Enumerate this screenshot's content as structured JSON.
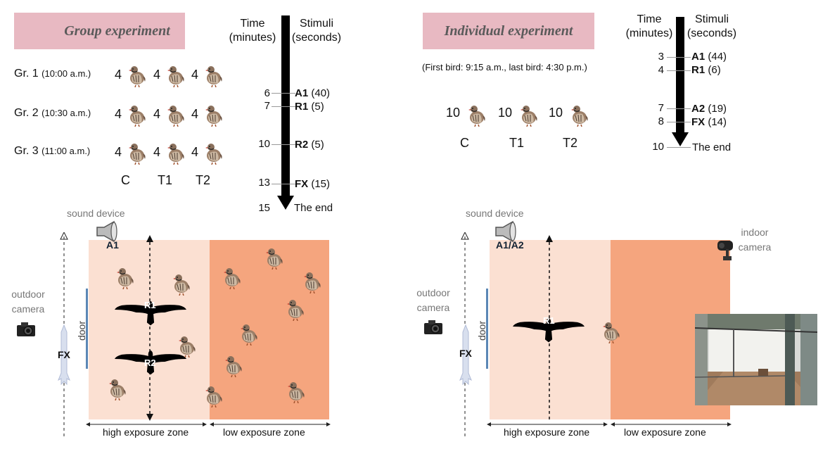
{
  "group": {
    "title": "Group experiment",
    "time_header": [
      "Time",
      "(minutes)"
    ],
    "stimuli_header": [
      "Stimuli",
      "(seconds)"
    ],
    "groups": [
      {
        "label": "Gr. 1",
        "time": "(10:00 a.m.)",
        "counts": [
          "4",
          "4",
          "4"
        ]
      },
      {
        "label": "Gr. 2",
        "time": "(10:30 a.m.)",
        "counts": [
          "4",
          "4",
          "4"
        ]
      },
      {
        "label": "Gr. 3",
        "time": "(11:00 a.m.)",
        "counts": [
          "4",
          "4",
          "4"
        ]
      }
    ],
    "treatments": [
      "C",
      "T1",
      "T2"
    ],
    "timeline": [
      {
        "minute": "6",
        "stim": "A1",
        "dur": "(40)"
      },
      {
        "minute": "7",
        "stim": "R1",
        "dur": "(5)"
      },
      {
        "minute": "10",
        "stim": "R2",
        "dur": "(5)"
      },
      {
        "minute": "13",
        "stim": "FX",
        "dur": "(15)"
      },
      {
        "minute": "15",
        "stim": "",
        "dur": "The end"
      }
    ],
    "sound_device": "sound device",
    "sound_label": "A1",
    "outdoor_camera": [
      "outdoor",
      "camera"
    ],
    "door": "door",
    "fx": "FX",
    "raptors": [
      "R1",
      "R2"
    ],
    "high_zone": "high exposure zone",
    "low_zone": "low exposure zone"
  },
  "individual": {
    "title": "Individual experiment",
    "time_header": [
      "Time",
      "(minutes)"
    ],
    "stimuli_header": [
      "Stimuli",
      "(seconds)"
    ],
    "note": "(First bird: 9:15 a.m., last bird: 4:30 p.m.)",
    "counts": [
      "10",
      "10",
      "10"
    ],
    "treatments": [
      "C",
      "T1",
      "T2"
    ],
    "timeline": [
      {
        "minute": "3",
        "stim": "A1",
        "dur": "(44)"
      },
      {
        "minute": "4",
        "stim": "R1",
        "dur": "(6)"
      },
      {
        "minute": "7",
        "stim": "A2",
        "dur": "(19)"
      },
      {
        "minute": "8",
        "stim": "FX",
        "dur": "(14)"
      },
      {
        "minute": "10",
        "stim": "",
        "dur": "The end"
      }
    ],
    "sound_device": "sound device",
    "sound_label": "A1/A2",
    "indoor_camera": [
      "indoor",
      "camera"
    ],
    "outdoor_camera": [
      "outdoor",
      "camera"
    ],
    "door": "door",
    "fx": "FX",
    "raptor": "R1",
    "high_zone": "high exposure zone",
    "low_zone": "low exposure zone"
  },
  "colors": {
    "title_bg": "#e8b9c2",
    "high_zone": "#fbe0d2",
    "low_zone": "#f5a57e",
    "door": "#5b87b5"
  }
}
